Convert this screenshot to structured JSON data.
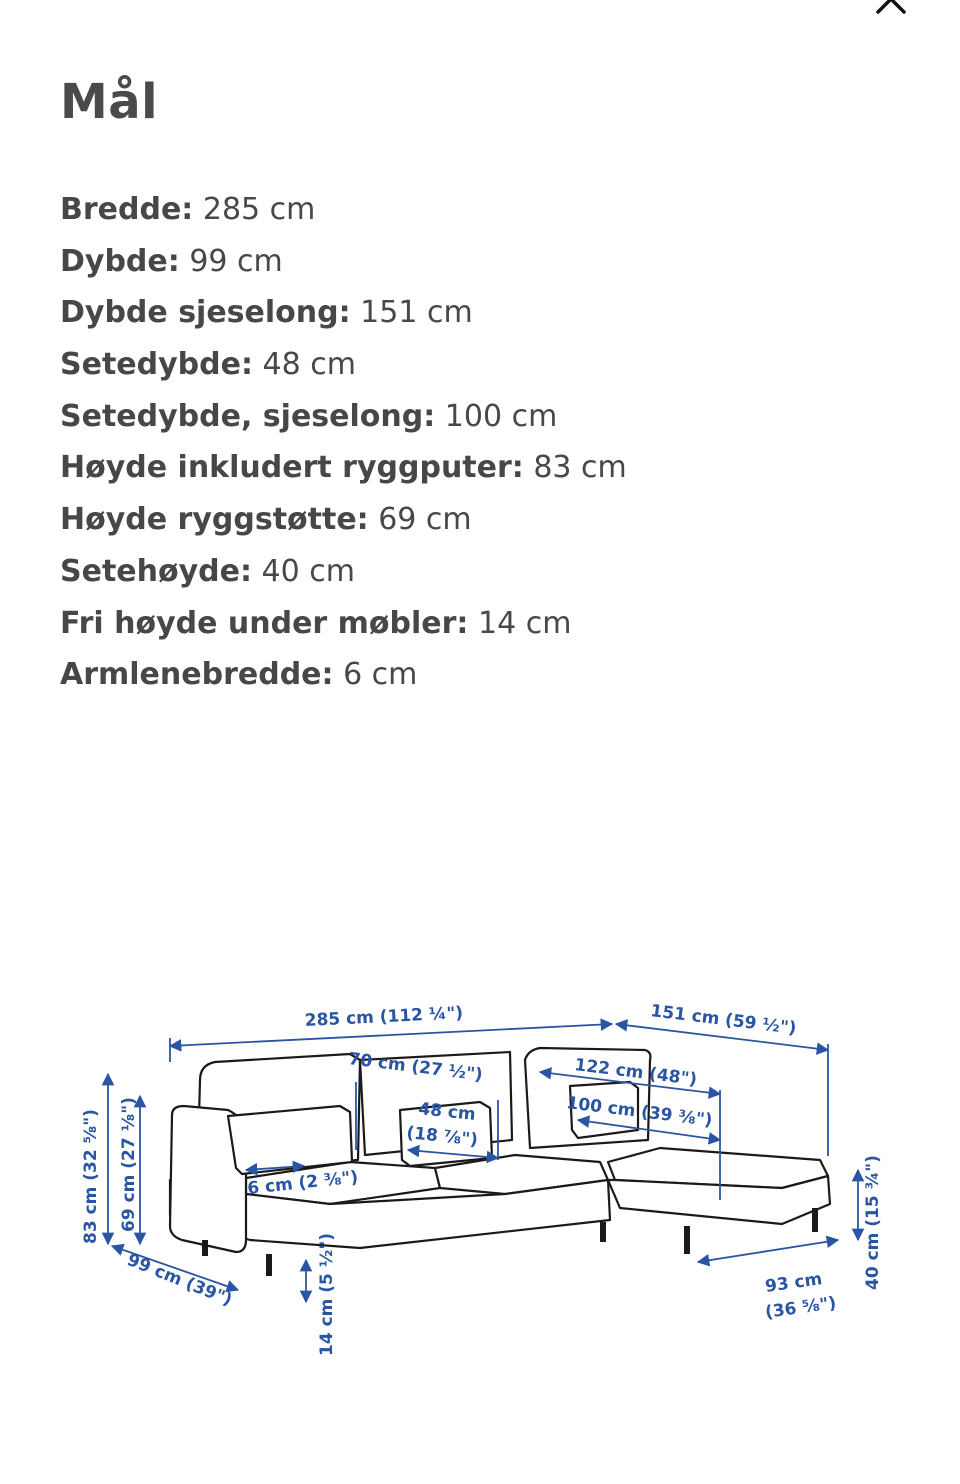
{
  "dialog": {
    "title": "Mål",
    "close_icon": "close-icon"
  },
  "dimensions": [
    {
      "label": "Bredde:",
      "value": "285 cm"
    },
    {
      "label": "Dybde:",
      "value": "99 cm"
    },
    {
      "label": "Dybde sjeselong:",
      "value": "151 cm"
    },
    {
      "label": "Setedybde:",
      "value": "48 cm"
    },
    {
      "label": "Setedybde, sjeselong:",
      "value": "100 cm"
    },
    {
      "label": "Høyde inkludert ryggputer:",
      "value": "83 cm"
    },
    {
      "label": "Høyde ryggstøtte:",
      "value": "69 cm"
    },
    {
      "label": "Setehøyde:",
      "value": "40 cm"
    },
    {
      "label": "Fri høyde under møbler:",
      "value": "14 cm"
    },
    {
      "label": "Armlenebredde:",
      "value": "6 cm"
    }
  ],
  "diagram": {
    "labels": {
      "width_total": "285 cm (112 ¼\")",
      "chaise_depth": "151 cm (59 ½\")",
      "backrest_70": "70 cm (27 ½\")",
      "seat_depth_cm": "48 cm",
      "seat_depth_in": "(18 ⅞\")",
      "chaise_122": "122 cm (48\")",
      "chaise_seat_100": "100 cm (39 ⅜\")",
      "armrest": "6 cm (2 ⅜\")",
      "height_83": "83 cm (32 ⅝\")",
      "height_69": "69 cm (27 ⅛\")",
      "depth_99": "99 cm (39\")",
      "clearance_14": "14 cm (5 ½\")",
      "chaise_93_cm": "93 cm",
      "chaise_93_in": "(36 ⅝\")",
      "seat_height_40": "40 cm (15 ¾\")"
    },
    "colors": {
      "dimension_blue": "#2a55a5",
      "outline": "#1a1a1a"
    }
  }
}
